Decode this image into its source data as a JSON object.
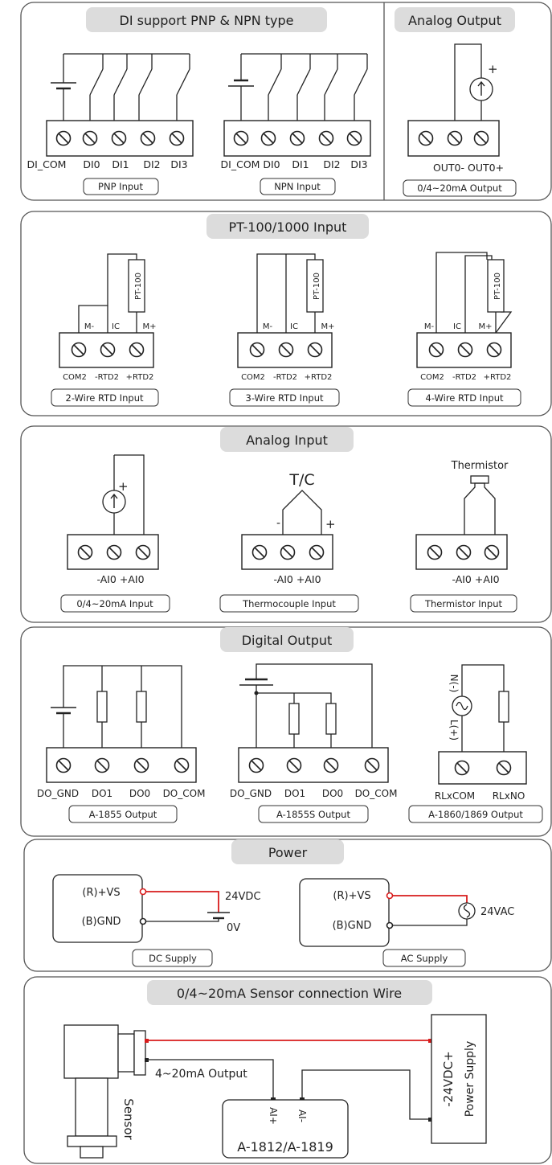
{
  "sections": {
    "di": {
      "title": "DI support PNP & NPN type",
      "pnp_caption": "PNP Input",
      "npn_caption": "NPN Input",
      "pnp_terminals": [
        "DI_COM",
        "DI0",
        "DI1",
        "DI2",
        "DI3"
      ],
      "npn_terminals": [
        "DI_COM",
        "DI0",
        "DI1",
        "DI2",
        "DI3"
      ]
    },
    "ao": {
      "title": "Analog Output",
      "terminals": "OUT0- OUT0+",
      "caption": "0/4~20mA Output",
      "plus": "+"
    },
    "rtd": {
      "title": "PT-100/1000 Input",
      "sensor": "PT-100",
      "wire_labels": [
        "M-",
        "IC",
        "M+"
      ],
      "terminals": [
        "COM2",
        "-RTD2",
        "+RTD2"
      ],
      "captions": [
        "2-Wire RTD Input",
        "3-Wire RTD Input",
        "4-Wire RTD Input"
      ]
    },
    "ai": {
      "title": "Analog Input",
      "terminals": "-AI0 +AI0",
      "tc_label": "T/C",
      "thermistor_label": "Thermistor",
      "plus": "+",
      "minus": "-",
      "captions": [
        "0/4~20mA Input",
        "Thermocouple Input",
        "Thermistor Input"
      ]
    },
    "do": {
      "title": "Digital Output",
      "terminals": [
        "DO_GND",
        "DO1",
        "DO0",
        "DO_COM"
      ],
      "relay_terminals": [
        "RLxCOM",
        "RLxNO"
      ],
      "relay_n": "N(-)",
      "relay_l": "L(+)",
      "captions": [
        "A-1855 Output",
        "A-1855S Output",
        "A-1860/1869 Output"
      ]
    },
    "power": {
      "title": "Power",
      "vs": "(R)+VS",
      "gnd": "(B)GND",
      "dc_voltage": "24VDC",
      "zero": "0V",
      "ac_voltage": "24VAC",
      "captions": [
        "DC Supply",
        "AC Supply"
      ]
    },
    "sensor": {
      "title": "0/4~20mA Sensor connection Wire",
      "output_label": "4~20mA Output",
      "sensor_label": "Sensor",
      "module": "A-1812/A-1819",
      "ai_plus": "AI+",
      "ai_minus": "AI-",
      "supply_voltage": "-24VDC+",
      "supply_name": "Power Supply"
    }
  },
  "colors": {
    "red_wire": "#d81c1c",
    "header_bg": "#dcdcdc",
    "panel_border": "#555555"
  }
}
